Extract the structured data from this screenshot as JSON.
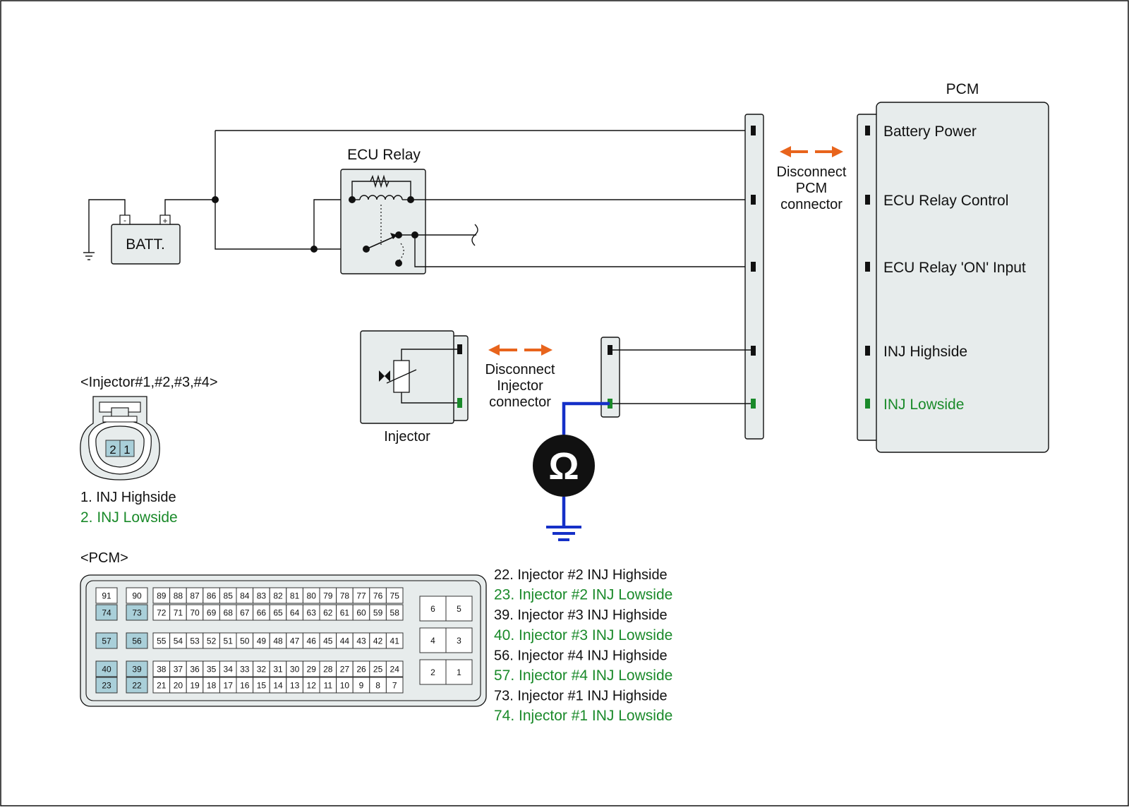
{
  "colors": {
    "wire": "#111111",
    "meter_wire": "#1530c8",
    "arrow": "#e8641c",
    "lowside_green": "#1a8a2a",
    "panel_fill": "#e7ecec",
    "highlight_cell": "#a9cfd9"
  },
  "battery": {
    "label": "BATT.",
    "minus": "-",
    "plus": "+"
  },
  "relay": {
    "title": "ECU Relay"
  },
  "pcm": {
    "title": "PCM",
    "terminals": [
      {
        "label": "Battery Power",
        "color": "black"
      },
      {
        "label": "ECU Relay Control",
        "color": "black"
      },
      {
        "label": "ECU Relay 'ON' Input",
        "color": "black"
      },
      {
        "label": "INJ Highside",
        "color": "black"
      },
      {
        "label": "INJ Lowside",
        "color": "green"
      }
    ]
  },
  "pcm_disconnect": {
    "line1": "Disconnect",
    "line2": "PCM",
    "line3": "connector"
  },
  "injector": {
    "label": "Injector"
  },
  "injector_disconnect": {
    "line1": "Disconnect",
    "line2": "Injector",
    "line3": "connector"
  },
  "meter": {
    "symbol": "Ω",
    "icon": "ohmmeter-icon"
  },
  "injector_connector": {
    "title": "<Injector#1,#2,#3,#4>",
    "pins": [
      "2",
      "1"
    ],
    "legend": [
      {
        "text": "1. INJ Highside",
        "color": "black"
      },
      {
        "text": "2. INJ Lowside",
        "color": "green"
      }
    ]
  },
  "pcm_connector": {
    "title": "<PCM>",
    "left_pairs": [
      {
        "top": "91",
        "bottom": "74"
      },
      {
        "top": "90",
        "bottom": "73"
      }
    ],
    "row_top": [
      "89",
      "88",
      "87",
      "86",
      "85",
      "84",
      "83",
      "82",
      "81",
      "80",
      "79",
      "78",
      "77",
      "76",
      "75"
    ],
    "row_mid_top": [
      "72",
      "71",
      "70",
      "69",
      "68",
      "67",
      "66",
      "65",
      "64",
      "63",
      "62",
      "61",
      "60",
      "59",
      "58"
    ],
    "row_middle": [
      "55",
      "54",
      "53",
      "52",
      "51",
      "50",
      "49",
      "48",
      "47",
      "46",
      "45",
      "44",
      "43",
      "42",
      "41"
    ],
    "row_low_top": [
      "38",
      "37",
      "36",
      "35",
      "34",
      "33",
      "32",
      "31",
      "30",
      "29",
      "28",
      "27",
      "26",
      "25",
      "24"
    ],
    "row_bottom": [
      "21",
      "20",
      "19",
      "18",
      "17",
      "16",
      "15",
      "14",
      "13",
      "12",
      "11",
      "10",
      "9",
      "8",
      "7"
    ],
    "mid_left": [
      "57",
      "56"
    ],
    "low_left_top": [
      "40",
      "39"
    ],
    "low_left_bottom": [
      "23",
      "22"
    ],
    "right_blocks": [
      [
        "6",
        "5"
      ],
      [
        "4",
        "3"
      ],
      [
        "2",
        "1"
      ]
    ],
    "legend": [
      {
        "text": "22. Injector #2 INJ Highside",
        "color": "black"
      },
      {
        "text": "23. Injector #2 INJ Lowside",
        "color": "green"
      },
      {
        "text": "39. Injector #3 INJ Highside",
        "color": "black"
      },
      {
        "text": "40. Injector #3 INJ Lowside",
        "color": "green"
      },
      {
        "text": "56. Injector #4 INJ Highside",
        "color": "black"
      },
      {
        "text": "57. Injector #4 INJ Lowside",
        "color": "green"
      },
      {
        "text": "73. Injector #1 INJ Highside",
        "color": "black"
      },
      {
        "text": "74. Injector #1 INJ Lowside",
        "color": "green"
      }
    ]
  }
}
